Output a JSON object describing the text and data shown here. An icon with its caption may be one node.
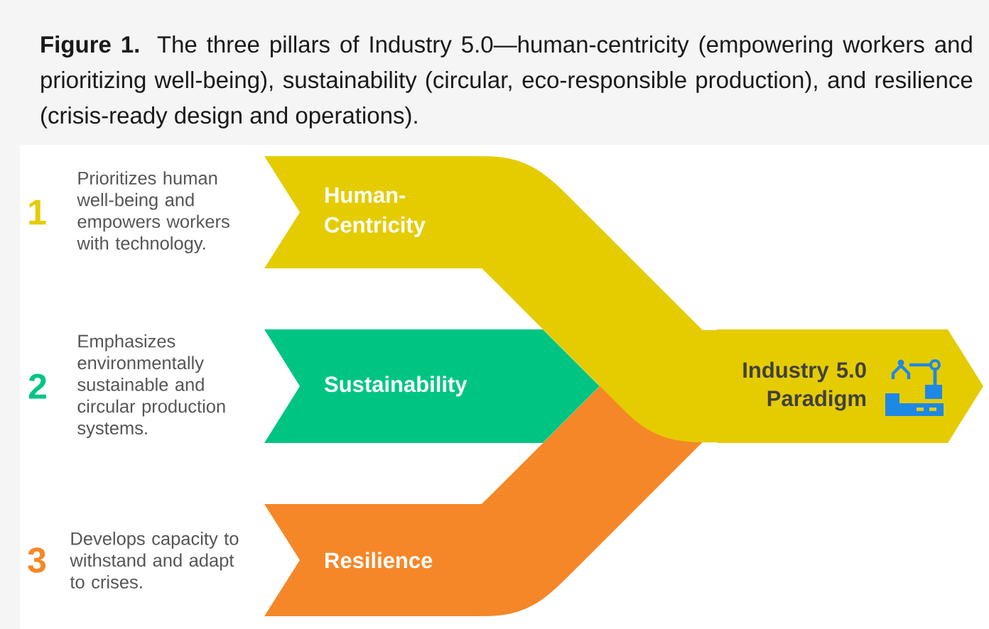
{
  "diagram": {
    "caption": "**Figure 1.** The three pillars of Industry 5.0—human-centricity (empowering workers and prioritizing well-being), sustainability (circular, eco-responsible production), and resilience (crisis-ready design and operations).",
    "nodes": [
      {
        "text": [
          "Human-Centricity"
        ],
        "beside": [
          "1",
          "Prioritizes human well-being and empowers workers with technology."
        ]
      },
      {
        "text": [
          "Sustainability"
        ],
        "beside": [
          "2",
          "Emphasizes environmentally sustainable and circular production systems."
        ]
      },
      {
        "text": [
          "Resilience"
        ],
        "beside": [
          "3",
          "Develops capacity to withstand and adapt to crises."
        ]
      },
      {
        "text": [
          "Industry 5.0 Paradigm"
        ]
      }
    ],
    "edges": [
      {
        "from": 0,
        "to": 3,
        "arrow": "none"
      },
      {
        "from": 2,
        "to": 3,
        "arrow": "none"
      }
    ]
  }
}
